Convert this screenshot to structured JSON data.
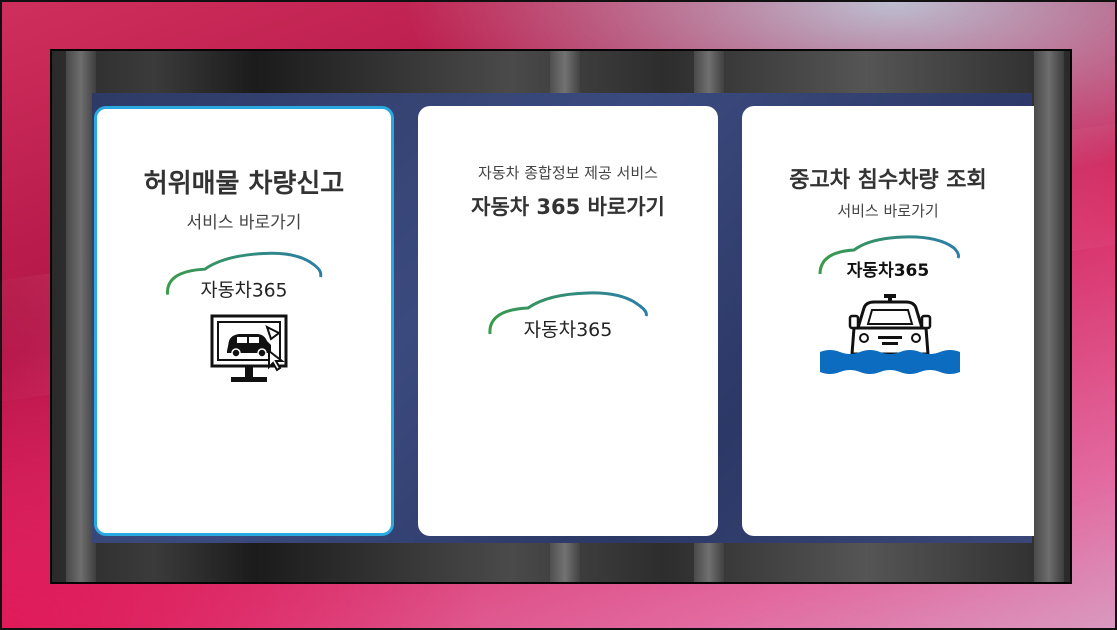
{
  "cards": [
    {
      "title": "허위매물 차량신고",
      "subtitle": "서비스 바로가기",
      "logo_text": "자동차365",
      "icon": "monitor-car-icon",
      "selected": true
    },
    {
      "subtitle": "자동차 종합정보 제공 서비스",
      "title": "자동차 365 바로가기",
      "logo_text": "자동차365",
      "icon": "none"
    },
    {
      "title": "중고차 침수차량 조회",
      "subtitle": "서비스 바로가기",
      "logo_text": "자동차365",
      "icon": "flooded-car-icon"
    }
  ],
  "colors": {
    "selected_border": "#2aa8e0",
    "logo_green": "#3a9a4a",
    "logo_teal": "#2a8aa0",
    "water_blue": "#0b6cc0",
    "panel_navy": "#34427a"
  }
}
